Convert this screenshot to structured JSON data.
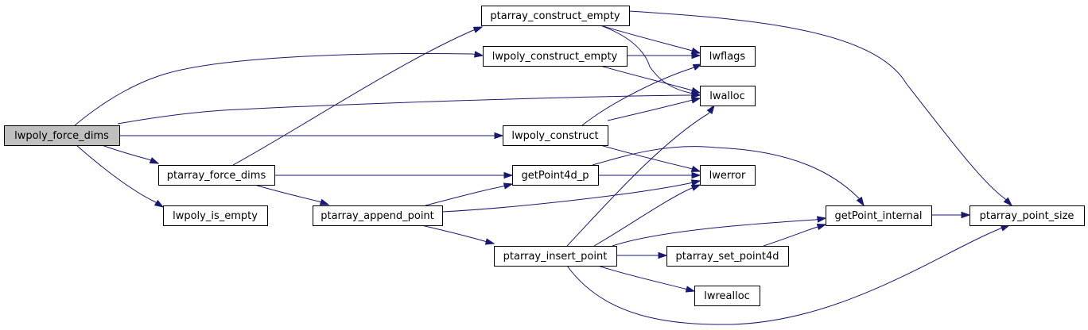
{
  "graph": {
    "root": "lwpoly_force_dims",
    "colors": {
      "edge": "#191970",
      "node_fill": "#ffffff",
      "root_fill": "#bfbfbf",
      "node_border": "#000000"
    },
    "nodes": [
      {
        "id": "lwpoly_force_dims",
        "label": "lwpoly_force_dims"
      },
      {
        "id": "ptarray_construct_empty",
        "label": "ptarray_construct_empty"
      },
      {
        "id": "lwpoly_construct_empty",
        "label": "lwpoly_construct_empty"
      },
      {
        "id": "lwflags",
        "label": "lwflags"
      },
      {
        "id": "lwalloc",
        "label": "lwalloc"
      },
      {
        "id": "lwpoly_construct",
        "label": "lwpoly_construct"
      },
      {
        "id": "ptarray_force_dims",
        "label": "ptarray_force_dims"
      },
      {
        "id": "getPoint4d_p",
        "label": "getPoint4d_p"
      },
      {
        "id": "lwerror",
        "label": "lwerror"
      },
      {
        "id": "lwpoly_is_empty",
        "label": "lwpoly_is_empty"
      },
      {
        "id": "ptarray_append_point",
        "label": "ptarray_append_point"
      },
      {
        "id": "getPoint_internal",
        "label": "getPoint_internal"
      },
      {
        "id": "ptarray_point_size",
        "label": "ptarray_point_size"
      },
      {
        "id": "ptarray_insert_point",
        "label": "ptarray_insert_point"
      },
      {
        "id": "ptarray_set_point4d",
        "label": "ptarray_set_point4d"
      },
      {
        "id": "lwrealloc",
        "label": "lwrealloc"
      }
    ],
    "edges": [
      {
        "from": "lwpoly_force_dims",
        "to": "lwpoly_construct_empty"
      },
      {
        "from": "lwpoly_force_dims",
        "to": "lwalloc"
      },
      {
        "from": "lwpoly_force_dims",
        "to": "lwpoly_construct"
      },
      {
        "from": "lwpoly_force_dims",
        "to": "ptarray_force_dims"
      },
      {
        "from": "lwpoly_force_dims",
        "to": "lwpoly_is_empty"
      },
      {
        "from": "ptarray_construct_empty",
        "to": "lwflags"
      },
      {
        "from": "ptarray_construct_empty",
        "to": "lwalloc"
      },
      {
        "from": "ptarray_construct_empty",
        "to": "ptarray_point_size"
      },
      {
        "from": "lwpoly_construct_empty",
        "to": "lwflags"
      },
      {
        "from": "lwpoly_construct_empty",
        "to": "lwalloc"
      },
      {
        "from": "lwpoly_construct",
        "to": "lwflags"
      },
      {
        "from": "lwpoly_construct",
        "to": "lwalloc"
      },
      {
        "from": "lwpoly_construct",
        "to": "lwerror"
      },
      {
        "from": "ptarray_force_dims",
        "to": "ptarray_construct_empty"
      },
      {
        "from": "ptarray_force_dims",
        "to": "getPoint4d_p"
      },
      {
        "from": "ptarray_force_dims",
        "to": "ptarray_append_point"
      },
      {
        "from": "getPoint4d_p",
        "to": "lwerror"
      },
      {
        "from": "getPoint4d_p",
        "to": "getPoint_internal"
      },
      {
        "from": "ptarray_append_point",
        "to": "getPoint4d_p"
      },
      {
        "from": "ptarray_append_point",
        "to": "lwerror"
      },
      {
        "from": "ptarray_append_point",
        "to": "ptarray_insert_point"
      },
      {
        "from": "ptarray_insert_point",
        "to": "lwalloc"
      },
      {
        "from": "ptarray_insert_point",
        "to": "lwerror"
      },
      {
        "from": "ptarray_insert_point",
        "to": "getPoint_internal"
      },
      {
        "from": "ptarray_insert_point",
        "to": "ptarray_set_point4d"
      },
      {
        "from": "ptarray_insert_point",
        "to": "lwrealloc"
      },
      {
        "from": "ptarray_insert_point",
        "to": "ptarray_point_size"
      },
      {
        "from": "ptarray_set_point4d",
        "to": "getPoint_internal"
      },
      {
        "from": "getPoint_internal",
        "to": "ptarray_point_size"
      }
    ]
  }
}
